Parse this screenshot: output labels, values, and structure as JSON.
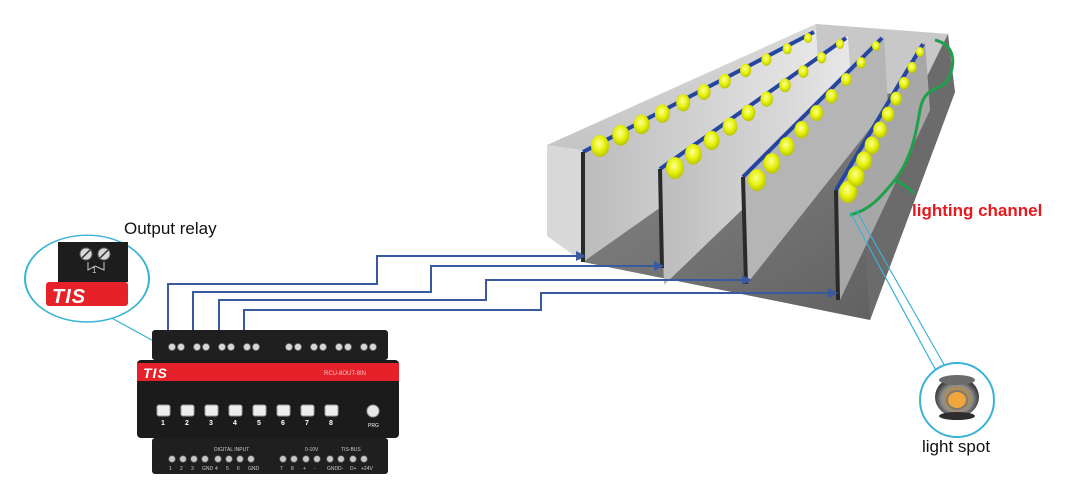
{
  "labels": {
    "output_relay": "Output relay",
    "lighting_channel": "lighting channel",
    "light_spot": "light spot"
  },
  "device": {
    "brand": "TIS",
    "model": "RCU-8OUT-8IN",
    "relay_number": "1",
    "button_numbers": [
      "1",
      "2",
      "3",
      "4",
      "5",
      "6",
      "7",
      "8"
    ],
    "prog_label": "PRG",
    "digital_input_label": "DIGITAL INPUT",
    "voltage_label": "0-10V",
    "bus_label": "TIS-BUS",
    "bottom_terminals": [
      "1",
      "2",
      "3",
      "GND",
      "4",
      "5",
      "6",
      "GND",
      "7",
      "8",
      "+",
      "-",
      "GND",
      "D-",
      "D+",
      "+24V"
    ]
  },
  "colors": {
    "wire": "#3a5aa0",
    "channel_bracket": "#1fa04a",
    "channel_label": "#e8191d",
    "callout": "#3ab3d6",
    "spot": "#e7f20c",
    "device_red": "#e5222a",
    "device_body": "#1f1f1f"
  },
  "icons": [
    "relay-terminal-icon",
    "led-spot-icon"
  ]
}
